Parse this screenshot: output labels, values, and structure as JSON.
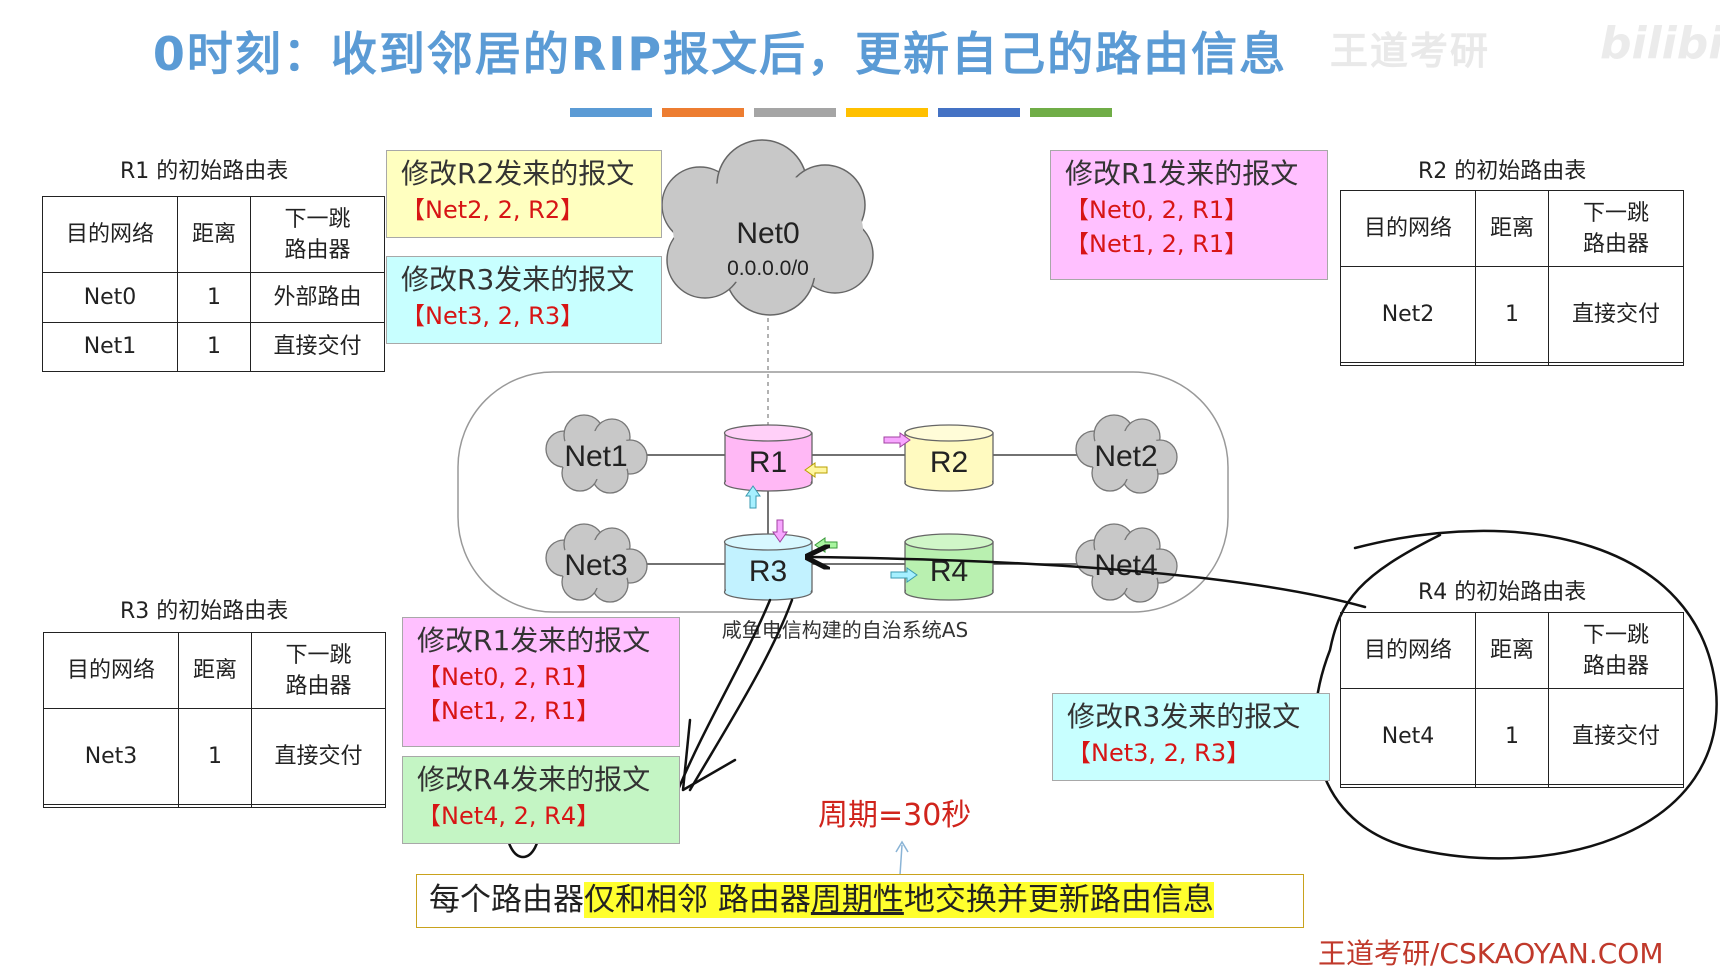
{
  "title": "0时刻：收到邻居的RIP报文后，更新自己的路由信息",
  "watermark": "王道考研",
  "watermark_logo": "bilibili",
  "color_bars": [
    "#5b9bd5",
    "#ed7d31",
    "#a5a5a5",
    "#ffc000",
    "#4472c4",
    "#70ad47"
  ],
  "tables": {
    "r1": {
      "caption": "R1 的初始路由表",
      "headers": [
        "目的网络",
        "距离",
        "下一跳\n路由器"
      ],
      "rows": [
        [
          "Net0",
          "1",
          "外部路由"
        ],
        [
          "Net1",
          "1",
          "直接交付"
        ]
      ]
    },
    "r2": {
      "caption": "R2 的初始路由表",
      "headers": [
        "目的网络",
        "距离",
        "下一跳\n路由器"
      ],
      "rows": [
        [
          "Net2",
          "1",
          "直接交付"
        ],
        [
          "",
          "",
          ""
        ]
      ]
    },
    "r3": {
      "caption": "R3 的初始路由表",
      "headers": [
        "目的网络",
        "距离",
        "下一跳\n路由器"
      ],
      "rows": [
        [
          "Net3",
          "1",
          "直接交付"
        ],
        [
          "",
          "",
          ""
        ]
      ]
    },
    "r4": {
      "caption": "R4 的初始路由表",
      "headers": [
        "目的网络",
        "距离",
        "下一跳\n路由器"
      ],
      "rows": [
        [
          "Net4",
          "1",
          "直接交付"
        ],
        [
          "",
          "",
          ""
        ]
      ]
    }
  },
  "messages": {
    "m_r2_to_r1": {
      "heading": "修改R2发来的报文",
      "lines": [
        "【Net2, 2, R2】"
      ],
      "bg": "#ffffc0"
    },
    "m_r3_to_r1": {
      "heading": "修改R3发来的报文",
      "lines": [
        "【Net3, 2, R3】"
      ],
      "bg": "#c8ffff"
    },
    "m_r1_to_r2": {
      "heading": "修改R1发来的报文",
      "lines": [
        "【Net0, 2, R1】",
        "【Net1, 2, R1】"
      ],
      "bg": "#ffc0ff"
    },
    "m_r1_to_r3": {
      "heading": "修改R1发来的报文",
      "lines": [
        "【Net0, 2, R1】",
        "【Net1, 2, R1】"
      ],
      "bg": "#ffc0ff"
    },
    "m_r4_to_r3": {
      "heading": "修改R4发来的报文",
      "lines": [
        "【Net4, 2, R4】"
      ],
      "bg": "#c4f5c4"
    },
    "m_r3_to_r4": {
      "heading": "修改R3发来的报文",
      "lines": [
        "【Net3, 2, R3】"
      ],
      "bg": "#c8ffff"
    }
  },
  "topology": {
    "net0": {
      "name": "Net0",
      "addr": "0.0.0.0/0"
    },
    "clouds": [
      "Net1",
      "Net2",
      "Net3",
      "Net4"
    ],
    "routers": [
      {
        "name": "R1",
        "color": "#ffb8f5"
      },
      {
        "name": "R2",
        "color": "#fffac0"
      },
      {
        "name": "R3",
        "color": "#c2f2ff"
      },
      {
        "name": "R4",
        "color": "#b9f0b0"
      }
    ],
    "as_label": "咸鱼电信构建的自治系统AS"
  },
  "period": "周期=30秒",
  "bottom_note": {
    "plain": "每个路由器",
    "hl_a": "仅和相邻 路由器",
    "hl_u": "周期性",
    "hl_b": "地交换并更新路由信息"
  },
  "footer": "王道考研/CSKAOYAN.COM"
}
